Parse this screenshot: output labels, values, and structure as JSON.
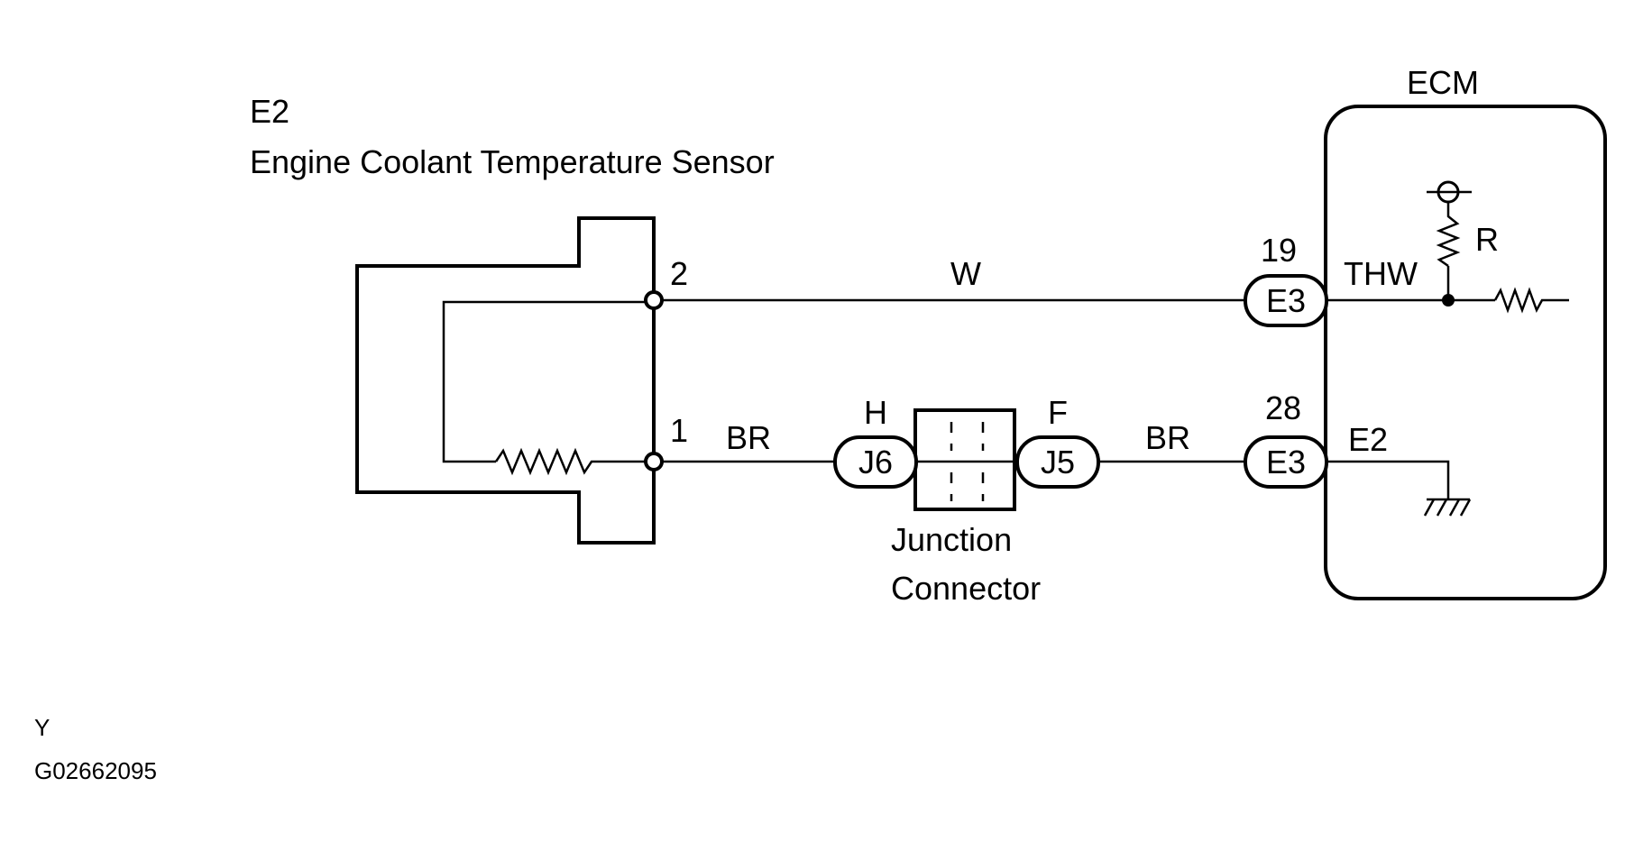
{
  "sensor": {
    "code": "E2",
    "name": "Engine Coolant Temperature Sensor",
    "pin_top": "2",
    "pin_bottom": "1"
  },
  "wires": {
    "top_color": "W",
    "bottom_left_color": "BR",
    "bottom_right_color": "BR"
  },
  "junction": {
    "left_pin": "H",
    "left_connector": "J6",
    "right_pin": "F",
    "right_connector": "J5",
    "label_line1": "Junction",
    "label_line2": "Connector"
  },
  "ecm": {
    "title": "ECM",
    "top_pin_number": "19",
    "top_connector": "E3",
    "top_signal": "THW",
    "resistor_label": "R",
    "bottom_pin_number": "28",
    "bottom_connector": "E3",
    "bottom_signal": "E2"
  },
  "footer": {
    "variant": "Y",
    "figure_code": "G02662095"
  }
}
